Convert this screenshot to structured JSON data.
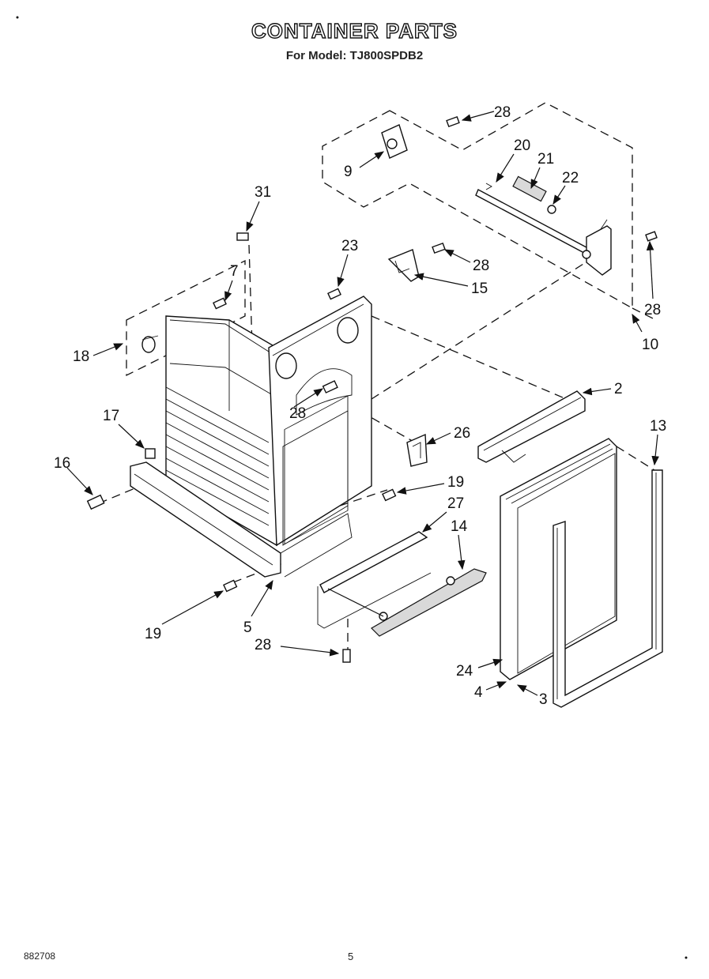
{
  "header": {
    "title": "CONTAINER PARTS",
    "subtitle": "For Model: TJ800SPDB2"
  },
  "footer": {
    "doc_number": "882708",
    "page_number": "5"
  },
  "callouts": [
    {
      "id": "c28a",
      "text": "28"
    },
    {
      "id": "c9",
      "text": "9"
    },
    {
      "id": "c20",
      "text": "20"
    },
    {
      "id": "c21",
      "text": "21"
    },
    {
      "id": "c22",
      "text": "22"
    },
    {
      "id": "c31",
      "text": "31"
    },
    {
      "id": "c23",
      "text": "23"
    },
    {
      "id": "c28b",
      "text": "28"
    },
    {
      "id": "c15",
      "text": "15"
    },
    {
      "id": "c7",
      "text": "7"
    },
    {
      "id": "c28c",
      "text": "28"
    },
    {
      "id": "c10",
      "text": "10"
    },
    {
      "id": "c18",
      "text": "18"
    },
    {
      "id": "c2",
      "text": "2"
    },
    {
      "id": "c28d",
      "text": "28"
    },
    {
      "id": "c13",
      "text": "13"
    },
    {
      "id": "c17",
      "text": "17"
    },
    {
      "id": "c26",
      "text": "26"
    },
    {
      "id": "c16",
      "text": "16"
    },
    {
      "id": "c19a",
      "text": "19"
    },
    {
      "id": "c27",
      "text": "27"
    },
    {
      "id": "c14",
      "text": "14"
    },
    {
      "id": "c19b",
      "text": "19"
    },
    {
      "id": "c5",
      "text": "5"
    },
    {
      "id": "c28e",
      "text": "28"
    },
    {
      "id": "c24",
      "text": "24"
    },
    {
      "id": "c4",
      "text": "4"
    },
    {
      "id": "c3",
      "text": "3"
    }
  ]
}
